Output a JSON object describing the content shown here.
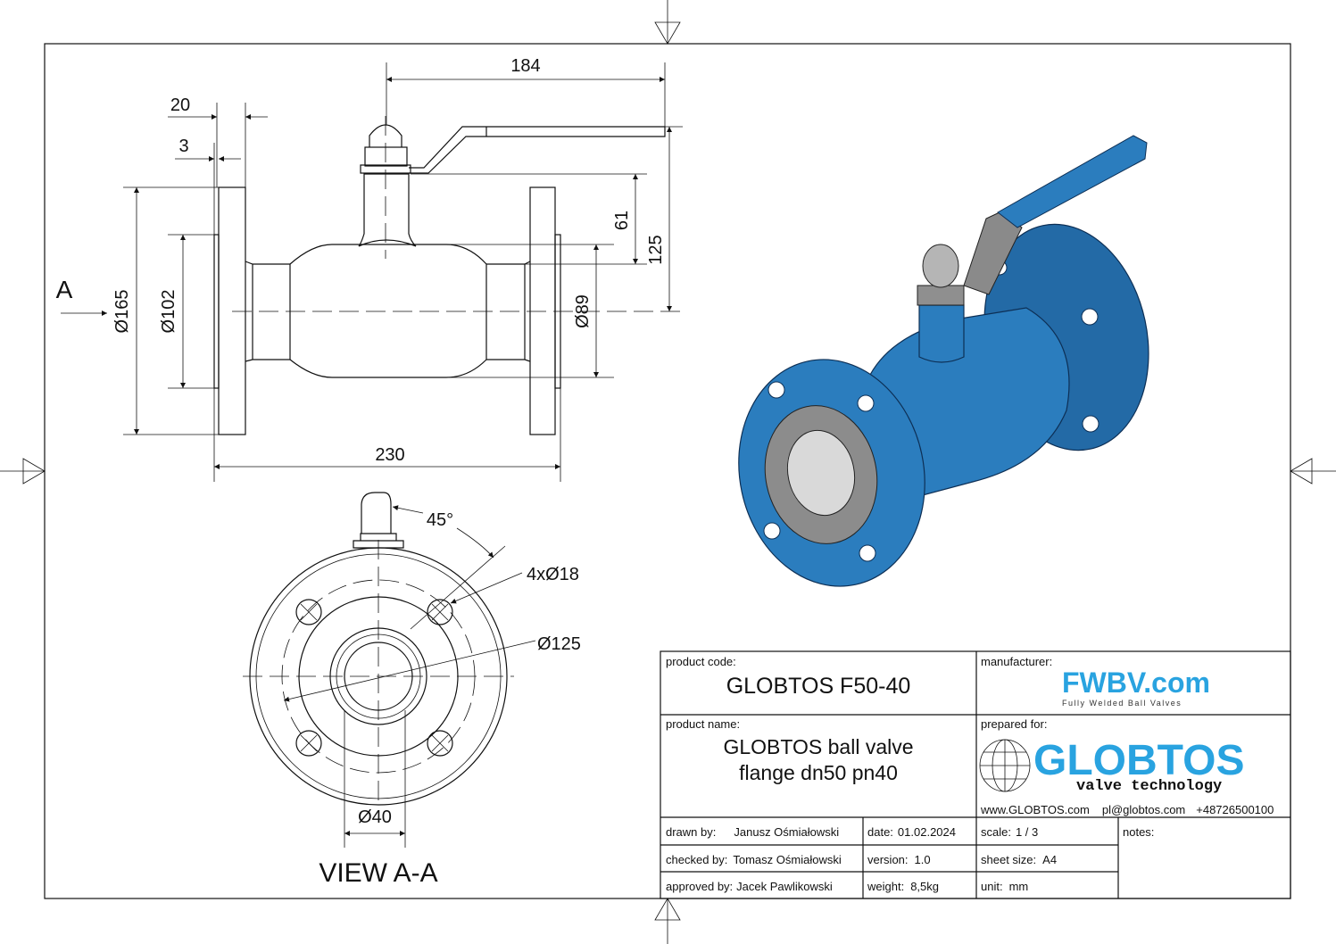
{
  "side_view": {
    "view_marker": "A",
    "dims": {
      "handle_length": "184",
      "flange_thickness": "20",
      "raised_face": "3",
      "stem_height": "61",
      "handle_height": "125",
      "flange_diameter": "Ø165",
      "raised_face_diameter": "Ø102",
      "body_diameter": "Ø89",
      "face_to_face": "230"
    }
  },
  "end_view": {
    "title": "VIEW A-A",
    "angle": "45°",
    "bolt_holes": "4xØ18",
    "bolt_circle": "Ø125",
    "bore": "Ø40"
  },
  "title_block": {
    "product_code_label": "product code:",
    "product_code": "GLOBTOS F50-40",
    "manufacturer_label": "manufacturer:",
    "manufacturer_logo": "FWBV.com",
    "manufacturer_tagline": "Fully Welded Ball Valves",
    "product_name_label": "product name:",
    "product_name_line1": "GLOBTOS ball valve",
    "product_name_line2": "flange dn50 pn40",
    "prepared_for_label": "prepared for:",
    "client_logo": "GLOBTOS",
    "client_tagline": "valve technology",
    "website": "www.GLOBTOS.com",
    "email": "pl@globtos.com",
    "phone": "+48726500100",
    "drawn_by_label": "drawn by:",
    "drawn_by": "Janusz Ośmiałowski",
    "checked_by_label": "checked by:",
    "checked_by": "Tomasz Ośmiałowski",
    "approved_by_label": "approved by:",
    "approved_by": "Jacek Pawlikowski",
    "date_label": "date:",
    "date": "01.02.2024",
    "version_label": "version:",
    "version": "1.0",
    "weight_label": "weight:",
    "weight": "8,5kg",
    "scale_label": "scale:",
    "scale": "1 / 3",
    "sheet_size_label": "sheet size:",
    "sheet_size": "A4",
    "unit_label": "unit:",
    "unit": "mm",
    "notes_label": "notes:"
  },
  "colors": {
    "valve_blue": "#2b7dbe",
    "logo_blue": "#29a3e0",
    "outline": "#111111"
  }
}
